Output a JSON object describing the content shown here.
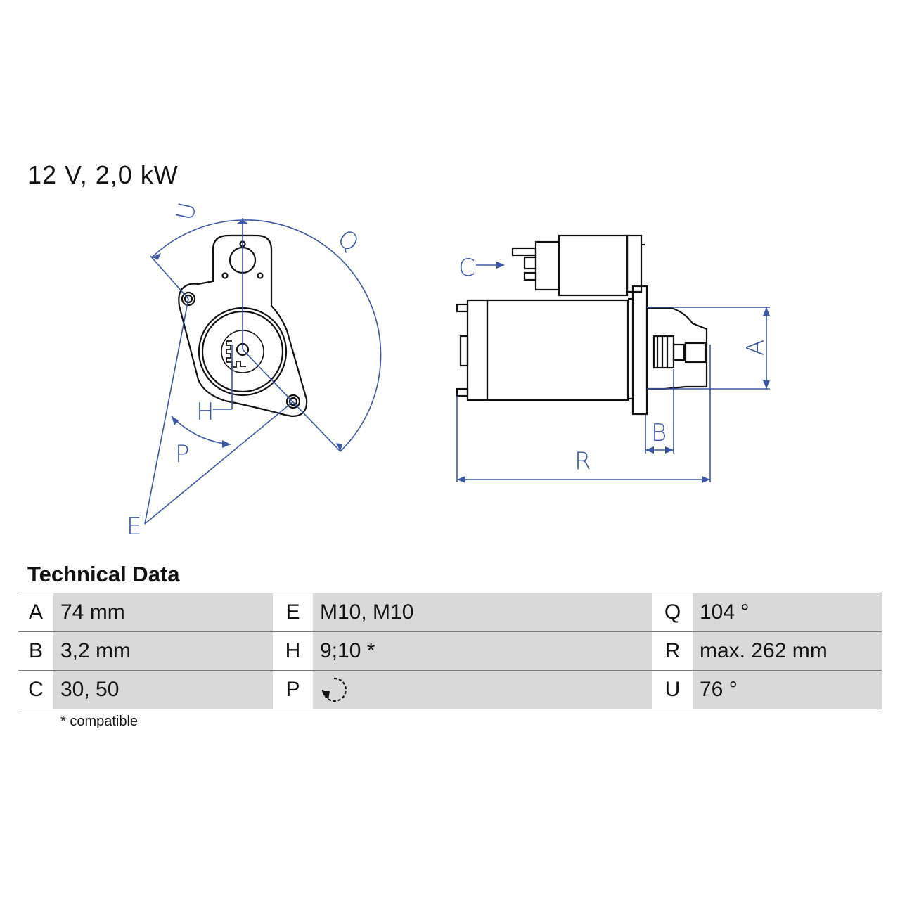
{
  "spec_title": "12 V, 2,0 kW",
  "technical_data": {
    "heading": "Technical Data",
    "rows": [
      [
        {
          "key": "A",
          "value": "74 mm"
        },
        {
          "key": "E",
          "value": "M10, M10"
        },
        {
          "key": "Q",
          "value": "104 °"
        }
      ],
      [
        {
          "key": "B",
          "value": "3,2 mm"
        },
        {
          "key": "H",
          "value": "9;10 *"
        },
        {
          "key": "R",
          "value": "max. 262 mm"
        }
      ],
      [
        {
          "key": "C",
          "value": "30, 50"
        },
        {
          "key": "P",
          "value": "",
          "icon": "clockwise-rotation-icon"
        },
        {
          "key": "U",
          "value": "76 °"
        }
      ]
    ],
    "footnote": "* compatible"
  },
  "dimension_labels": {
    "u": "U",
    "q": "Q",
    "h": "H",
    "p": "P",
    "e": "E",
    "c": "C",
    "a": "A",
    "b": "B",
    "r": "R"
  },
  "colors": {
    "dimension": "#3a56a8",
    "outline": "#111111",
    "table_fill": "#d9d9d9"
  }
}
